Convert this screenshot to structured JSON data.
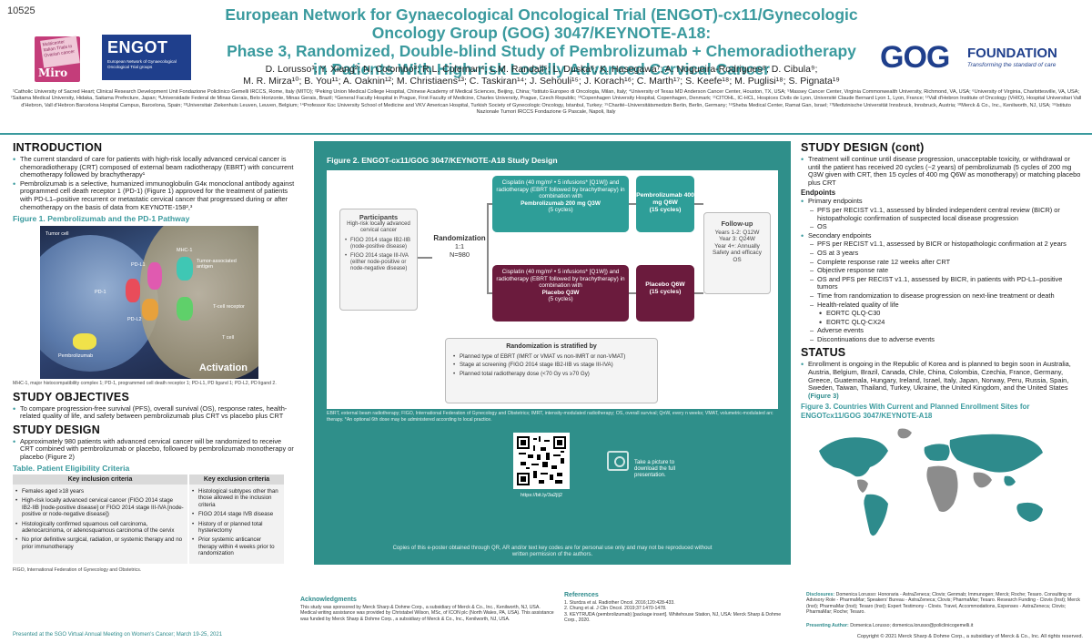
{
  "poster_id": "10525",
  "title_lines": [
    "European Network for Gynaecological Oncological Trial (ENGOT)-cx11/Gynecologic Oncology Group (GOG) 3047/KEYNOTE-A18:",
    "Phase 3, Randomized, Double-blind Study of Pembrolizumab + Chemoradiotherapy",
    "in Patients With High-risk Locally Advanced Cervical Cancer"
  ],
  "authors_line1": "D. Lorusso¹; Y. Xiang²; N. Colombo³; R.L. Coleman⁴; L.M. Randall⁵; L. Duska⁶; K. Hasegawa⁷; A. Nogueira-Rodrigues⁸; D. Cibula⁹;",
  "authors_line2": "M. R. Mirza¹⁰; B. You¹¹; A. Oaknin¹²; M. Christiaens¹³; C. Taskiran¹⁴; J. Sehouli¹⁵; J. Korach¹⁶; C. Marth¹⁷; S. Keefe¹⁸; M. Puglisi¹⁸; S. Pignata¹⁹",
  "affiliations": "¹Catholic University of Sacred Heart; Clinical Research Development Unit Fondazione Policlinico Gemelli IRCCS, Rome, Italy (MITO); ²Peking Union Medical College Hospital, Chinese Academy of Medical Sciences, Beijing, China; ³Istituto Europeo di Oncologia, Milan, Italy; ⁴University of Texas MD Anderson Cancer Center, Houston, TX, USA; ⁵Massey Cancer Center, Virginia Commonwealth University, Richmond, VA, USA; ⁶University of Virginia, Charlottesville, VA, USA; ⁷Saitama Medical University, Hidaka, Saitama Prefecture, Japan; ⁸Universidade Federal de Minas Gerais, Belo Horizonte, Minas Gerais, Brazil; ⁹General Faculty Hospital in Prague, First Faculty of Medicine, Charles University, Prague, Czech Republic; ¹⁰Copenhagen University Hospital, Copenhagen, Denmark; ¹¹CITOHL, IC-HCL, Hospices Civils de Lyon, Université Claude Bernard Lyon 1, Lyon, France; ¹²Vall d'Hebron Institute of Oncology (VHIO), Hospital Universitari Vall d'Hebron, Vall d'Hebron Barcelona Hospital Campus, Barcelona, Spain; ¹³Universitair Ziekenhuis Leuven, Leuven, Belgium; ¹⁴Professor Koc University School of Medicine and VKV American Hospital, Turkish Society of Gynecologic Oncology, Istanbul, Turkey; ¹⁵Charité–Universitätsmedizin Berlin, Berlin, Germany; ¹⁶Sheba Medical Center, Ramat Gan, Israel; ¹⁷Medizinische Universität Innsbruck, Innsbruck, Austria; ¹⁸Merck & Co., Inc., Kenilworth, NJ, USA; ¹⁹Istituto Nazionale Tumori IRCCS Fondazione G Pascale, Napoli, Italy",
  "logos": {
    "miro_text": "Miro",
    "miro_tagline": "Multicenter Italian Trials in Ovarian cancer",
    "engot": "ENGOT",
    "engot_sub": "European Network of Gynaecological Oncological Trial groups",
    "gog": "GOG",
    "gog_foundation": "FOUNDATION",
    "gog_tagline": "Transforming the standard of care"
  },
  "introduction": {
    "heading": "INTRODUCTION",
    "bullet1": "The current standard of care for patients with high-risk locally advanced cervical cancer is chemoradiotherapy (CRT) composed of external beam radiotherapy (EBRT) with concurrent chemotherapy followed by brachytherapy¹",
    "bullet2": "Pembrolizumab is a selective, humanized immunoglobulin G4κ monoclonal antibody against programmed cell death receptor 1 (PD-1) (Figure 1) approved for the treatment of patients with PD-L1–positive recurrent or metastatic cervical cancer that progressed during or after chemotherapy on the basis of data from KEYNOTE-158²,³"
  },
  "figure1": {
    "title": "Figure 1. Pembrolizumab and the PD-1 Pathway",
    "labels": {
      "tumor_cell": "Tumor cell",
      "mhc1": "MHC-1",
      "tumor_antigen": "Tumor-associated antigen",
      "pdl1": "PD-L1",
      "pdl2": "PD-L2",
      "pd1": "PD-1",
      "tcell_receptor": "T-cell receptor",
      "tcell": "T cell",
      "pembrolizumab": "Pembrolizumab",
      "activation": "Activation"
    },
    "footnote": "MHC-1, major histocompatibility complex 1; PD-1, programmed cell death receptor 1; PD-L1, PD ligand 1; PD-L2, PD ligand 2."
  },
  "study_objectives": {
    "heading": "STUDY OBJECTIVES",
    "bullet1": "To compare progression-free survival (PFS), overall survival (OS), response rates, health-related quality of life, and safety between pembrolizumab plus CRT vs placebo plus CRT"
  },
  "study_design": {
    "heading": "STUDY DESIGN",
    "bullet1": "Approximately 980 patients with advanced cervical cancer will be randomized to receive CRT combined with pembrolizumab or placebo, followed by pembrolizumab monotherapy or placebo (Figure 2)"
  },
  "table": {
    "title": "Table. Patient Eligibility Criteria",
    "col_inclusion": "Key inclusion criteria",
    "col_exclusion": "Key exclusion criteria",
    "inclusion": [
      "Females aged ≥18 years",
      "High-risk locally advanced cervical cancer (FIGO 2014 stage IB2-IIB [node-positive disease] or FIGO 2014 stage III-IVA [node-positive or node-negative disease])",
      "Histologically confirmed squamous cell carcinoma, adenocarcinoma, or adenosquamous carcinoma of the cervix",
      "No prior definitive surgical, radiation, or systemic therapy and no prior immunotherapy"
    ],
    "exclusion": [
      "Histological subtypes other than those allowed in the inclusion criteria",
      "FIGO 2014 stage IVB disease",
      "History of or planned total hysterectomy",
      "Prior systemic anticancer therapy within 4 weeks prior to randomization"
    ],
    "footnote": "FIGO, International Federation of Gynecology and Obstetrics."
  },
  "figure2": {
    "title": "Figure 2. ENGOT-cx11/GOG 3047/KEYNOTE-A18 Study Design",
    "participants_heading": "Participants",
    "participants_sub": "High-risk locally advanced cervical cancer",
    "participants_items": [
      "FIGO 2014 stage IB2-IIB (node-positive disease)",
      "FIGO 2014 stage III-IVA (either node-positive or node-negative disease)"
    ],
    "randomization": "Randomization",
    "ratio": "1:1",
    "n": "N=980",
    "arm_a_text": "Cisplatin (40 mg/m² • 5 infusions* [Q1W]) and radiotherapy (EBRT followed by brachytherapy) in combination with",
    "arm_a_drug": "Pembrolizumab 200 mg Q3W",
    "arm_a_cycles": "(5 cycles)",
    "arm_b_text": "Cisplatin (40 mg/m² • 5 infusions* [Q1W]) and radiotherapy (EBRT followed by brachytherapy) in combination with",
    "arm_b_drug": "Placebo Q3W",
    "arm_b_cycles": "(5 cycles)",
    "mono_a": "Pembrolizumab 400 mg Q6W",
    "mono_a_cycles": "(15 cycles)",
    "mono_b": "Placebo Q6W",
    "mono_b_cycles": "(15 cycles)",
    "followup_heading": "Follow-up",
    "followup_lines": [
      "Years 1-2: Q12W",
      "Year 3: Q24W",
      "Year 4+: Annually",
      "Safety and efficacy",
      "OS"
    ],
    "strat_heading": "Randomization is stratified by",
    "strat_items": [
      "Planned type of EBRT (IMRT or VMAT vs non-IMRT or non-VMAT)",
      "Stage at screening (FIGO 2014 stage IB2-IIB vs stage III-IVA)",
      "Planned total radiotherapy dose (<70 Gy vs ≥70 Gy)"
    ],
    "footnote": "EBRT, external beam radiotherapy; FIGO, International Federation of Gynecology and Obstetrics; IMRT, intensity-modulated radiotherapy; OS, overall survival; QnW, every n weeks; VMAT, volumetric-modulated arc therapy. *An optional 6th dose may be administered according to local practice."
  },
  "qr": {
    "url": "https://bit.ly/3a2jlj2",
    "caption": "Take a picture to download the full presentation.",
    "copies_note": "Copies of this e-poster obtained through QR, AR and/or text key codes are for personal use only and may not be reproduced without written permission of the authors."
  },
  "acknowledgments": {
    "heading": "Acknowledgments",
    "text": "This study was sponsored by Merck Sharp & Dohme Corp., a subsidiary of Merck & Co., Inc., Kenilworth, NJ, USA. Medical writing assistance was provided by Christabel Wilson, MSc, of ICON plc (North Wales, PA, USA). This assistance was funded by Merck Sharp & Dohme Corp., a subsidiary of Merck & Co., Inc., Kenilworth, NJ, USA."
  },
  "references": {
    "heading": "References",
    "items": [
      "1.  Sturdza et al. Radiother Oncol. 2016;120:428-433.",
      "2.  Chung et al. J Clin Oncol. 2019;37:1470-1478.",
      "3.  KEYTRUDA (pembrolizumab) [package insert]. Whitehouse Station, NJ, USA: Merck Sharp & Dohme Corp., 2020."
    ]
  },
  "presented": "Presented at the SGO Virtual Annual Meeting on Women's Cancer; March 19-25, 2021",
  "study_design_cont": {
    "heading": "STUDY DESIGN (cont)",
    "bullet1": "Treatment will continue until disease progression, unacceptable toxicity, or withdrawal or until the patient has received 20 cycles (~2 years) of pembrolizumab (5 cycles of 200 mg Q3W given with CRT, then 15 cycles of 400 mg Q6W as monotherapy) or matching placebo plus CRT",
    "endpoints_heading": "Endpoints",
    "primary": "Primary endpoints",
    "primary_items": [
      "PFS per RECIST v1.1, assessed by blinded independent central review (BICR) or histopathologic confirmation of suspected local disease progression",
      "OS"
    ],
    "secondary": "Secondary endpoints",
    "secondary_items": [
      "PFS per RECIST v1.1, assessed by BICR or histopathologic confirmation at 2 years",
      "OS at 3 years",
      "Complete response rate 12 weeks after CRT",
      "Objective response rate",
      "OS and PFS per RECIST v1.1, assessed by BICR, in patients with PD-L1–positive tumors",
      "Time from randomization to disease progression on next-line treatment or death",
      "Health-related quality of life"
    ],
    "qol_items": [
      "EORTC QLQ-C30",
      "EORTC QLQ-CX24"
    ],
    "secondary_tail": [
      "Adverse events",
      "Discontinuations due to adverse events"
    ]
  },
  "status": {
    "heading": "STATUS",
    "text": "Enrollment is ongoing in the Republic of Korea and is planned to begin soon in Australia, Austria, Belgium, Brazil, Canada, Chile, China, Colombia, Czechia, France, Germany, Greece, Guatemala, Hungary, Ireland, Israel, Italy, Japan, Norway, Peru, Russia, Spain, Sweden, Taiwan, Thailand, Turkey, Ukraine, the United Kingdom, and the United States",
    "figref": "(Figure 3)"
  },
  "figure3": {
    "title": "Figure 3. Countries With Current and Planned Enrollment Sites for ENGOTcx11/GOG 3047/KEYNOTE-A18"
  },
  "disclosures": {
    "label": "Disclosures:",
    "text": "Domenica Lorusso: Honoraria - AstraZeneca; Clovis; Genmab; Immunogen; Merck; Roche; Tesaro. Consulting or Advisory Role - PharmaMar; Speakers' Bureau - AstraZeneca; Clovis; PharmaMar; Tesaro. Research Funding - Clovis (Inst); Merck (Inst); PharmaMar (Inst); Tesaro (Inst); Expert Testimony - Clovis. Travel, Accommodations, Expenses - AstraZeneca; Clovis; PharmaMar; Roche; Tesaro."
  },
  "presenting_author": {
    "label": "Presenting Author:",
    "text": "Domenica Lorusso; domenica.lorusso@policlinicogemelli.it"
  },
  "copyright": "Copyright © 2021 Merck Sharp & Dohme Corp., a subsidiary of Merck & Co., Inc. All rights reserved.",
  "colors": {
    "teal": "#3a9a9e",
    "panel": "#2f8f8a",
    "arm_a": "#2e9e98",
    "arm_b": "#6b1b3d",
    "navy": "#1f3f8c"
  }
}
